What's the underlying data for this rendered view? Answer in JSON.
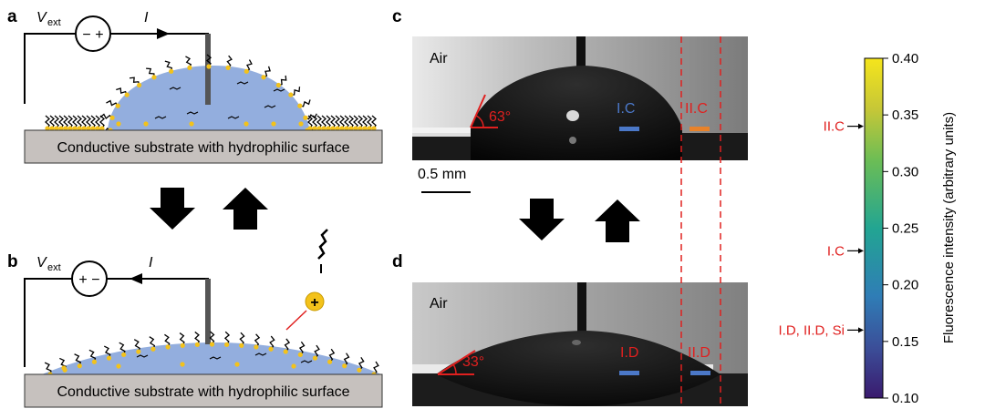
{
  "panels": {
    "a": {
      "label": "a",
      "voltage_symbol": "V",
      "voltage_subscript": "ext",
      "polarity": "− +",
      "current": "I",
      "substrate_caption": "Conductive substrate with hydrophilic surface"
    },
    "b": {
      "label": "b",
      "voltage_symbol": "V",
      "voltage_subscript": "ext",
      "polarity": "+ −",
      "current": "I",
      "substrate_caption": "Conductive substrate with hydrophilic surface"
    },
    "c": {
      "label": "c",
      "medium": "Air",
      "contact_angle": "63°",
      "region_1": "I.C",
      "region_2": "II.C",
      "scale_bar": "0.5 mm"
    },
    "d": {
      "label": "d",
      "medium": "Air",
      "contact_angle": "33°",
      "region_1": "I.D",
      "region_2": "II.D"
    }
  },
  "colorbar": {
    "axis_label": "Fluorescence intensity (arbitrary units)",
    "ticks": [
      "0.40",
      "0.35",
      "0.30",
      "0.25",
      "0.20",
      "0.15",
      "0.10"
    ],
    "markers": [
      {
        "label": "II.C",
        "value": 0.34
      },
      {
        "label": "I.C",
        "value": 0.23
      },
      {
        "label": "I.D, II.D, Si",
        "value": 0.16
      }
    ]
  },
  "colors": {
    "annotation": "#e0201f",
    "droplet": "#93aede",
    "surfactant_head": "#f3c21b",
    "substrate": "#c6c1be",
    "region_blue": "#4b78c8",
    "region_orange": "#e8822a"
  }
}
